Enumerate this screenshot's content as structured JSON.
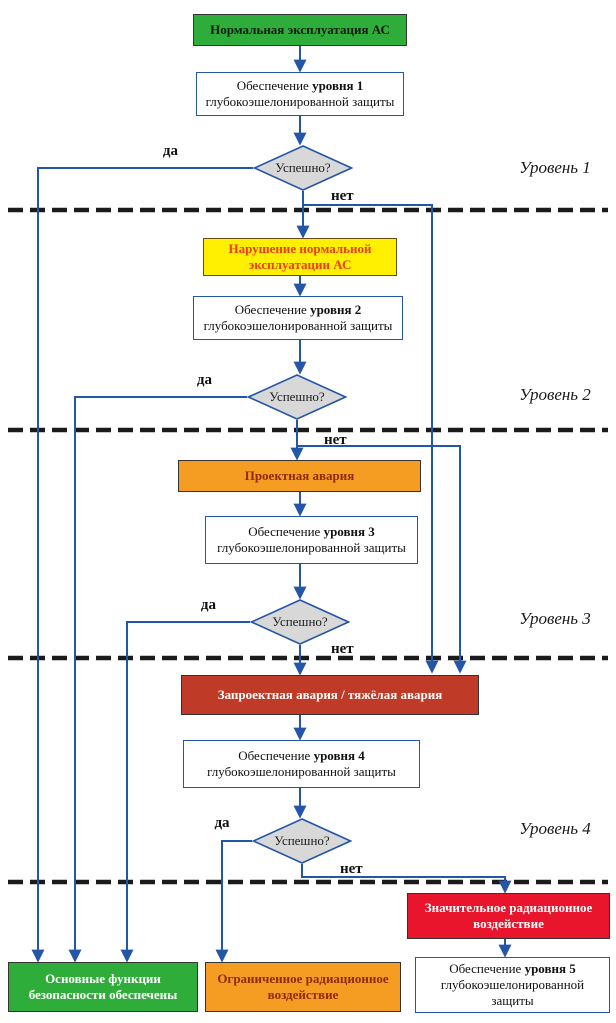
{
  "colors": {
    "green": "#2fad3a",
    "yellow": "#ffef00",
    "orange": "#f59c23",
    "brick_red": "#bf3b28",
    "bright_red": "#e8152c",
    "line_blue": "#2456a8",
    "diamond_gray": "#d8d8d8",
    "boundary_black": "#1a1a1a"
  },
  "decision_label": "Успешно?",
  "branch": {
    "yes": "да",
    "no": "нет"
  },
  "stage_labels": [
    "Уровень 1",
    "Уровень 2",
    "Уровень 3",
    "Уровень 4"
  ],
  "nodes": {
    "normal_operation": "Нормальная эксплуатация АС",
    "abnormal_operation": "Нарушение нормальной эксплуатации АС",
    "design_accident": "Проектная авария",
    "beyond_design_accident": "Запроектная авария / тяжёлая авария",
    "significant_radiation": "Значительное радиационное воздействие",
    "safety_functions_ensured": "Основные функции безопасности обеспечены",
    "limited_radiation": "Ограниченное радиационное воздействие"
  },
  "defense_levels": [
    {
      "prefix": "Обеспечение",
      "bold": "уровня 1",
      "line2": "глубокоэшелонированной защиты"
    },
    {
      "prefix": "Обеспечение",
      "bold": "уровня 2",
      "line2": "глубокоэшелонированной защиты"
    },
    {
      "prefix": "Обеспечение",
      "bold": "уровня 3",
      "line2": "глубокоэшелонированной защиты"
    },
    {
      "prefix": "Обеспечение",
      "bold": "уровня 4",
      "line2": "глубокоэшелонированной защиты"
    },
    {
      "prefix": "Обеспечение",
      "bold": "уровня 5",
      "line2": "глубокоэшелонированной",
      "line3": "защиты"
    }
  ]
}
